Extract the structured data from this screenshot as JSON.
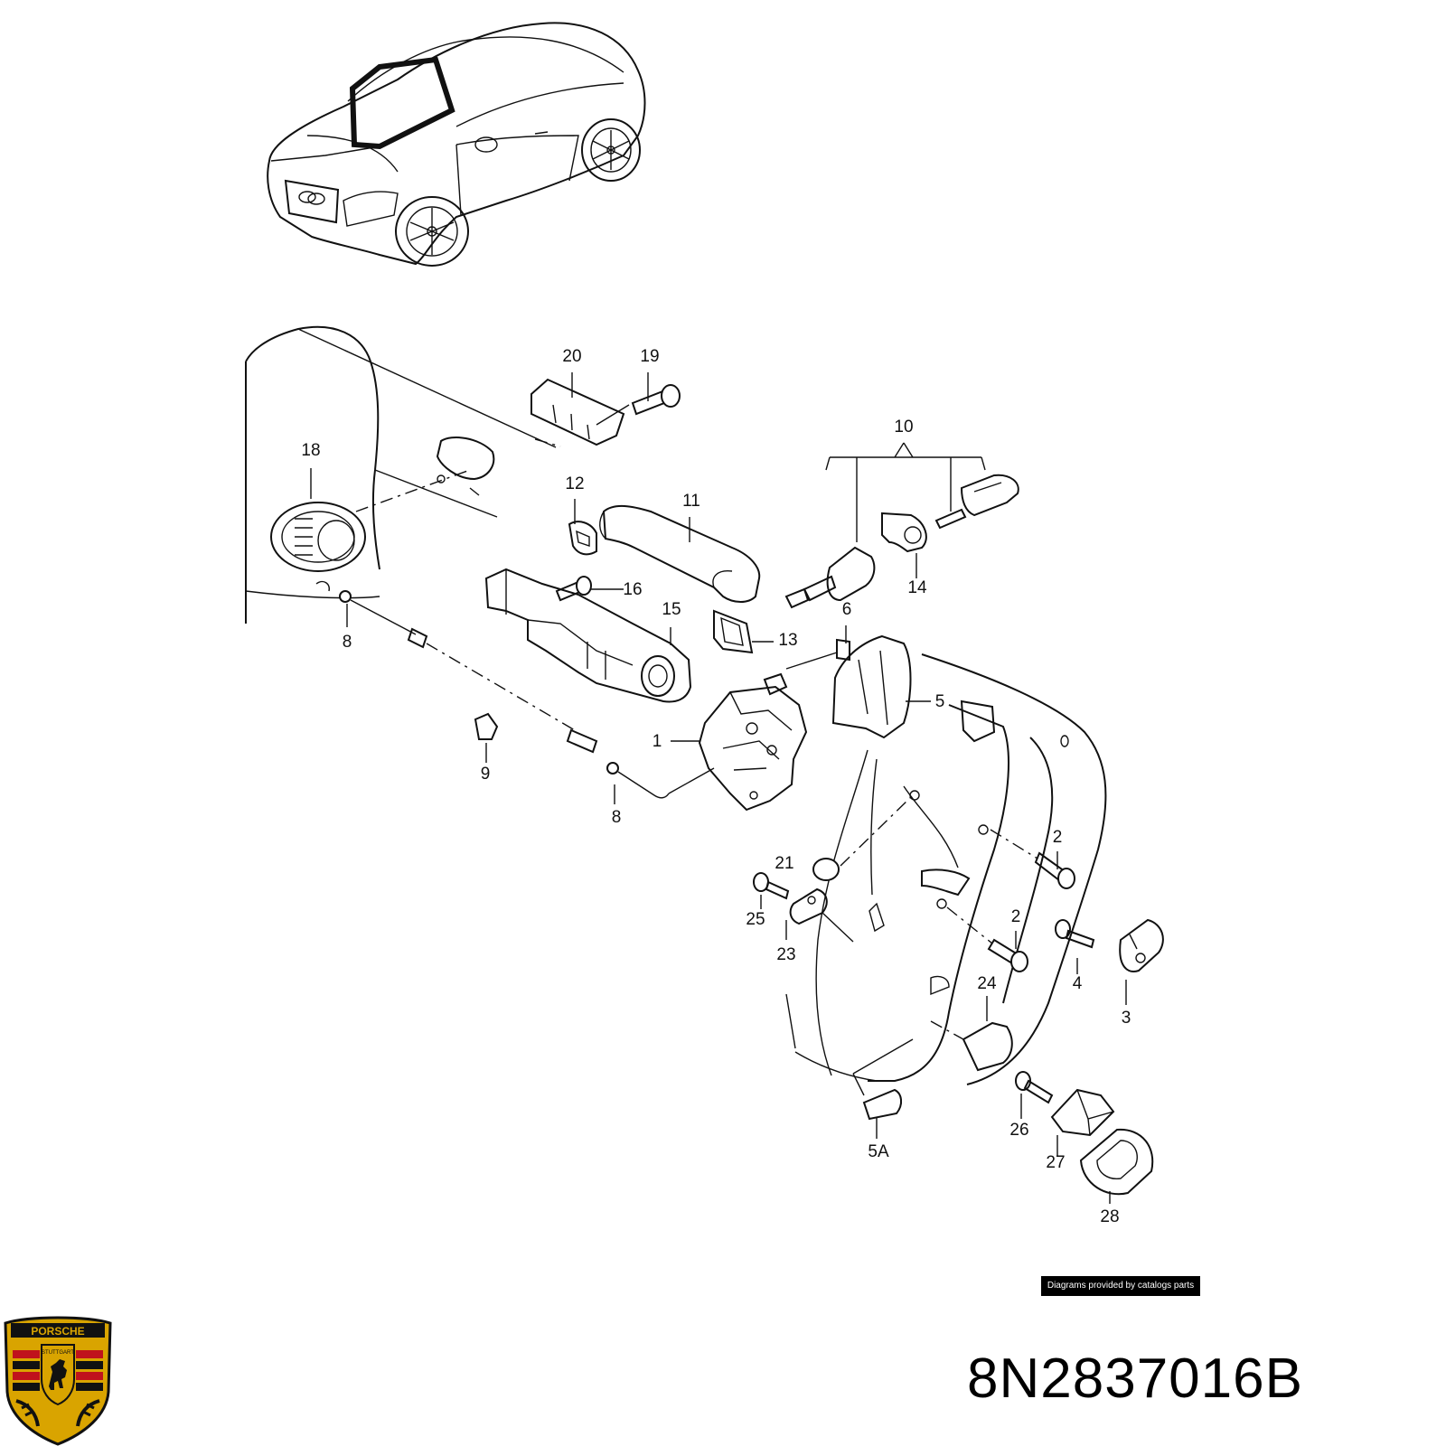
{
  "diagram": {
    "callouts": {
      "c1": "1",
      "c2a": "2",
      "c2b": "2",
      "c3": "3",
      "c4": "4",
      "c5": "5",
      "c5a": "5A",
      "c6": "6",
      "c8a": "8",
      "c8b": "8",
      "c9": "9",
      "c10": "10",
      "c11": "11",
      "c12": "12",
      "c13": "13",
      "c14": "14",
      "c15": "15",
      "c16": "16",
      "c18": "18",
      "c19": "19",
      "c20": "20",
      "c21": "21",
      "c23": "23",
      "c24": "24",
      "c25": "25",
      "c26": "26",
      "c27": "27",
      "c28": "28"
    }
  },
  "credit": "Diagrams provided by catalogs parts",
  "part_number": "8N2837016B",
  "logo": {
    "name": "porsche-crest",
    "text_top": "PORSCHE",
    "text_mid": "STUTTGART",
    "colors": {
      "gold": "#d9a400",
      "red": "#c0121c",
      "black": "#111111"
    }
  }
}
